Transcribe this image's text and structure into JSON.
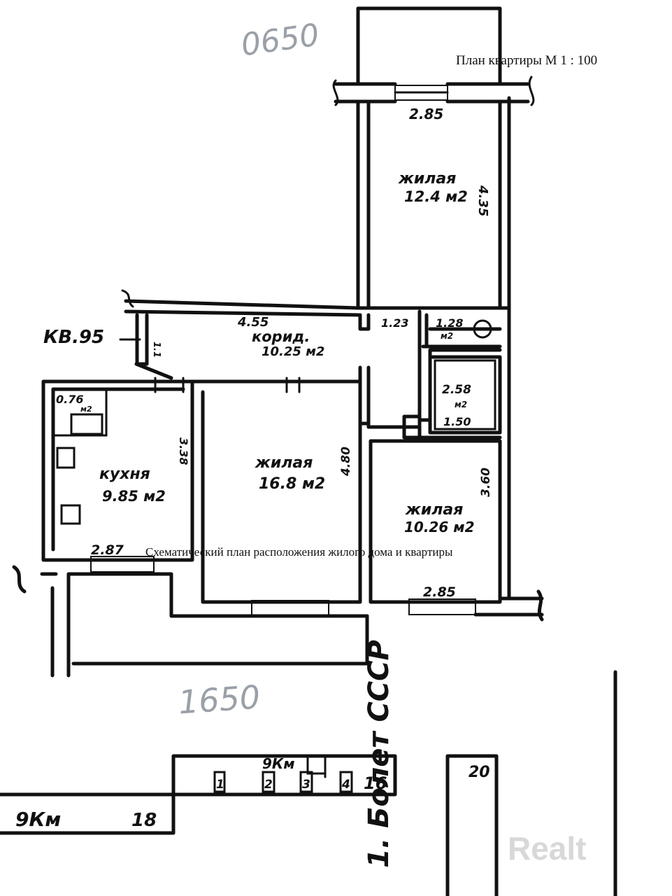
{
  "title": "План квартиры  М 1 : 100",
  "subtitle": "Схематический план расположения жилого дома и квартиры",
  "apartment_label": "КВ.95",
  "top_faint_note": "0650",
  "bottom_faint_note": "1650",
  "watermark": "Realt",
  "rooms": [
    {
      "name": "жилая",
      "area": "12.4 м2",
      "width": "2.85",
      "length": "4.35"
    },
    {
      "name": "корид.",
      "area": "10.25 м2",
      "width": "4.55",
      "side": "1.1"
    },
    {
      "name": "кухня",
      "area": "9.85 м2",
      "width": "2.87",
      "length": "3.38"
    },
    {
      "name": "жилая",
      "area": "16.8 м2",
      "length": "4.80"
    },
    {
      "name": "жилая",
      "area": "10.26 м2",
      "width": "2.85",
      "length": "3.60"
    }
  ],
  "small_rooms": [
    {
      "area": "0.76",
      "unit": "м2"
    },
    {
      "dim": "1.23"
    },
    {
      "area": "1.28",
      "unit": "м2"
    },
    {
      "area": "2.58",
      "unit": "м2",
      "dim": "1.50"
    }
  ],
  "site": {
    "building_label": "9Км",
    "entrances": [
      "1",
      "2",
      "3",
      "4"
    ],
    "house_number": "16",
    "left_building_label": "9Км",
    "left_house_number": "18",
    "right_house_number": "20",
    "street": "1. Болет СССР"
  }
}
